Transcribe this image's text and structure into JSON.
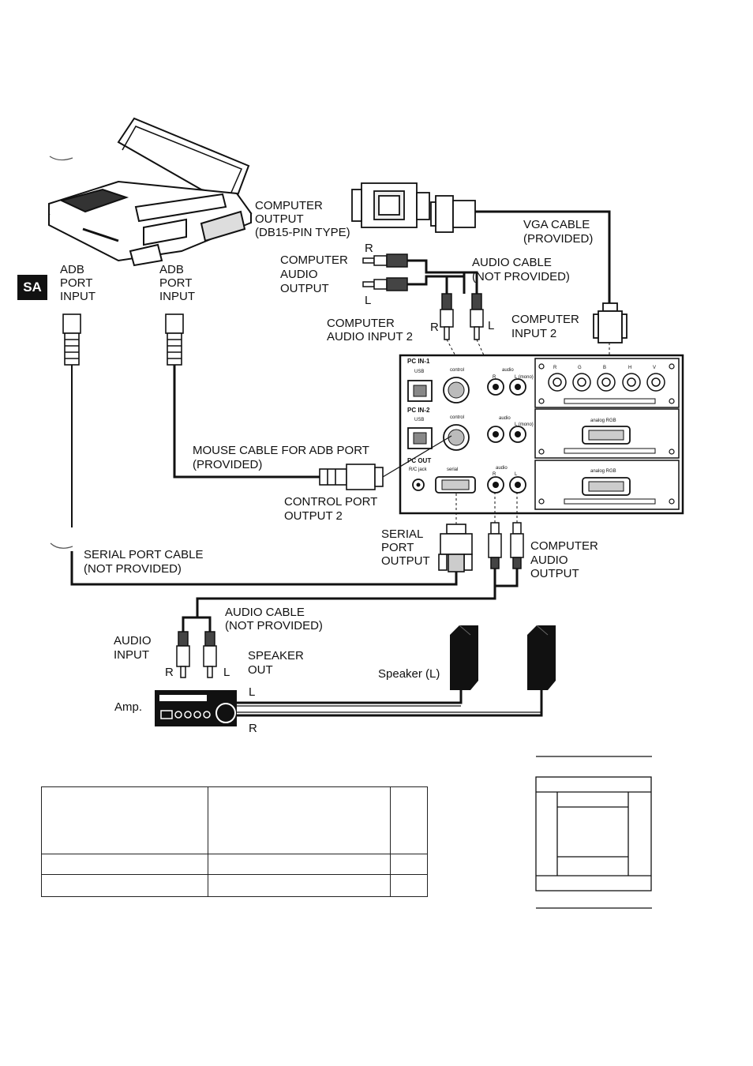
{
  "side_badge": "SA",
  "labels": {
    "adb_port_input_1": [
      "ADB",
      "PORT",
      "INPUT"
    ],
    "adb_port_input_2": [
      "ADB",
      "PORT",
      "INPUT"
    ],
    "computer_output": [
      "COMPUTER",
      "OUTPUT",
      "(DB15-PIN TYPE)"
    ],
    "vga_cable": [
      "VGA CABLE",
      "(PROVIDED)"
    ],
    "computer_audio_output_top": [
      "COMPUTER",
      "AUDIO",
      "OUTPUT"
    ],
    "r_top": "R",
    "l_top": "L",
    "audio_cable_top": [
      "AUDIO CABLE",
      "(NOT PROVIDED)"
    ],
    "computer_audio_input_2": [
      "COMPUTER",
      "AUDIO INPUT 2"
    ],
    "r_mid": "R",
    "l_mid": "L",
    "computer_input_2": [
      "COMPUTER",
      "INPUT 2"
    ],
    "mouse_cable": [
      "MOUSE CABLE FOR ADB PORT",
      "(PROVIDED)"
    ],
    "control_port_output_2": [
      "CONTROL PORT",
      "OUTPUT 2"
    ],
    "serial_port_output": [
      "SERIAL",
      "PORT",
      "OUTPUT"
    ],
    "computer_audio_output_bottom": [
      "COMPUTER",
      "AUDIO",
      "OUTPUT"
    ],
    "serial_port_cable": [
      "SERIAL PORT CABLE",
      "(NOT PROVIDED)"
    ],
    "audio_cable_bottom": [
      "AUDIO CABLE",
      "(NOT PROVIDED)"
    ],
    "audio_input": [
      "AUDIO",
      "INPUT"
    ],
    "speaker_out": [
      "SPEAKER",
      "OUT"
    ],
    "r_amp": "R",
    "l_amp": "L",
    "speaker_l": "Speaker (L)",
    "amp": "Amp.",
    "line_l": "L",
    "line_r": "R"
  },
  "panel": {
    "pc_in_1": "PC IN-1",
    "pc_in_2": "PC IN-2",
    "pc_out": "PC OUT",
    "usb": "USB",
    "control": "control",
    "audio": "audio",
    "serial": "serial",
    "rc_jack": "R/C jack",
    "r": "R",
    "l": "L",
    "mono": "L (mono)",
    "analog_rgb": "analog RGB",
    "bnc": [
      "R",
      "G",
      "B",
      "H",
      "V"
    ]
  }
}
